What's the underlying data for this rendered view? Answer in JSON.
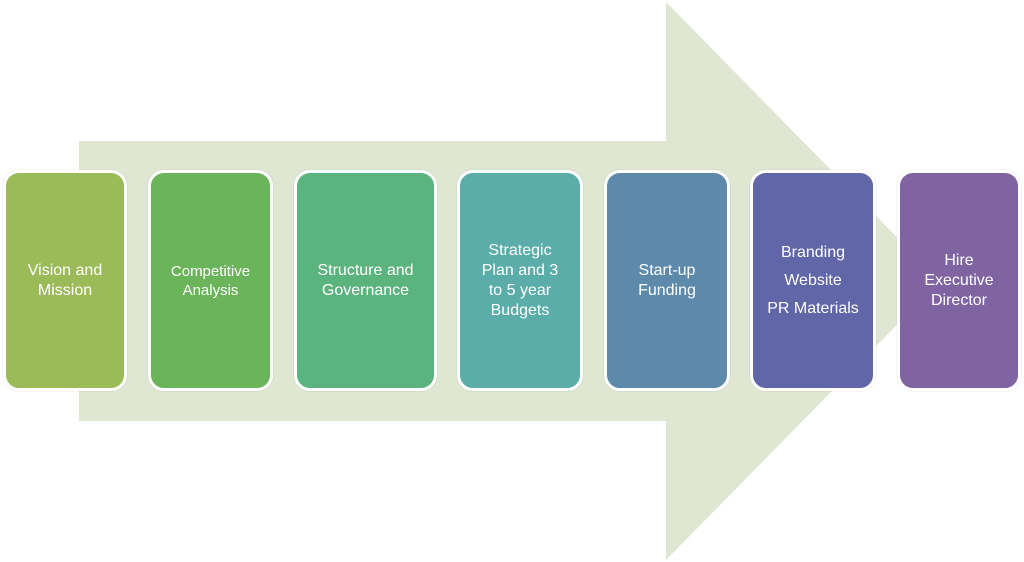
{
  "colors": {
    "arrow": "#dfe7d3"
  },
  "steps": [
    {
      "label": "Vision and\nMission",
      "color": "#9bbb59"
    },
    {
      "label": "Competitive\nAnalysis",
      "color": "#6ab55a"
    },
    {
      "label": "Structure and\nGovernance",
      "color": "#5bb47d"
    },
    {
      "label": "Strategic\nPlan and 3\nto 5 year\nBudgets",
      "color": "#5bada9"
    },
    {
      "label": "Start-up\nFunding",
      "color": "#5d8aab"
    },
    {
      "label": "Branding\nWebsite\nPR Materials",
      "color": "#6066a7"
    },
    {
      "label": "Hire\nExecutive\nDirector",
      "color": "#8064a2"
    }
  ]
}
